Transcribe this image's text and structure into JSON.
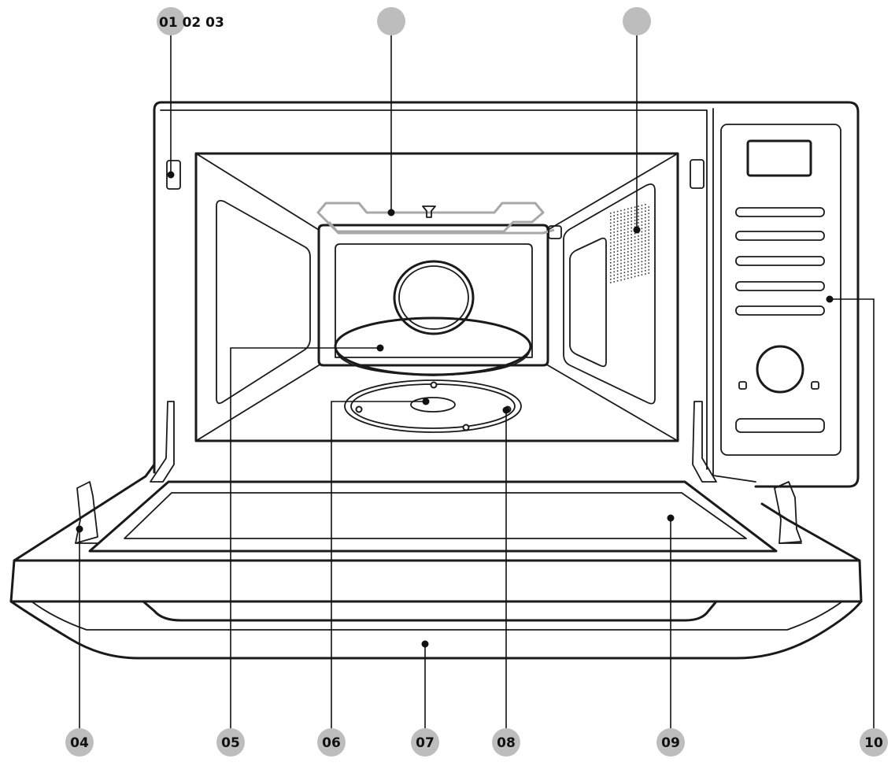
{
  "callouts": {
    "top_label": "01 02 03",
    "c04": "04",
    "c05": "05",
    "c06": "06",
    "c07": "07",
    "c08": "08",
    "c09": "09",
    "c10": "10"
  },
  "colors": {
    "line": "#1a1a1a",
    "badge": "#bdbdbd",
    "grill": "#a8a8a8"
  }
}
